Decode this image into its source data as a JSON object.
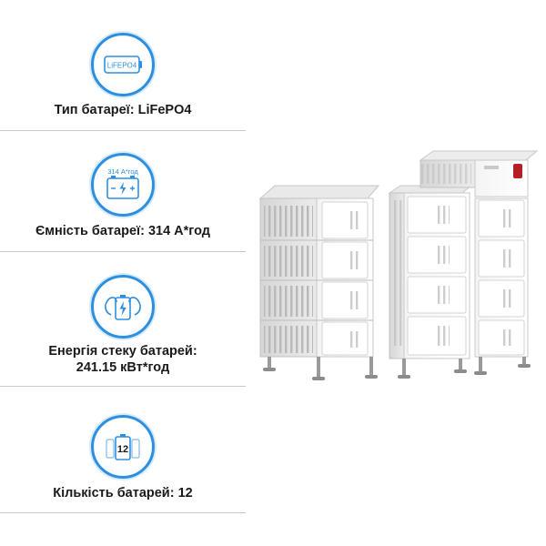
{
  "colors": {
    "accent": "#2d8fe0",
    "divider": "#c9c9c9",
    "text": "#1a1a1a"
  },
  "specs": [
    {
      "icon": "lifepo4-battery-icon",
      "icon_text": "LiFEPO4",
      "label": "Тип батареї: LiFePO4"
    },
    {
      "icon": "battery-capacity-icon",
      "icon_text": "314 А*год",
      "label": "Ємність батареї: 314 А*год"
    },
    {
      "icon": "battery-energy-icon",
      "label_line1": "Енергія стеку батарей:",
      "label_line2": "241.15 кВт*год"
    },
    {
      "icon": "battery-count-icon",
      "icon_text": "12",
      "label": "Кількість батарей: 12"
    }
  ]
}
